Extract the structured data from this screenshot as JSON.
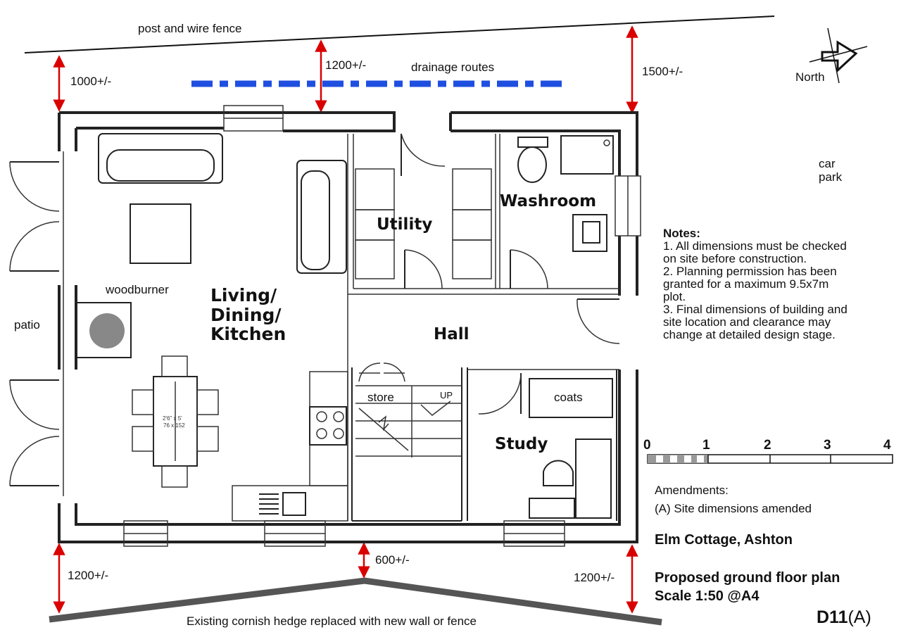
{
  "site": {
    "fence_top": "post and wire fence",
    "drainage": "drainage routes",
    "hedge_bottom": "Existing cornish hedge replaced with new wall or fence",
    "car_park": [
      "car",
      "park"
    ],
    "north": "North",
    "patio": "patio"
  },
  "dimensions": {
    "left_top": "1000+/-",
    "mid_top": "1200+/-",
    "right_top": "1500+/-",
    "left_bottom": "1200+/-",
    "mid_bottom": "600+/-",
    "right_bottom": "1200+/-"
  },
  "rooms": {
    "living": [
      "Living/",
      "Dining/",
      "Kitchen"
    ],
    "utility": "Utility",
    "washroom": "Washroom",
    "hall": "Hall",
    "study": "Study",
    "store": "store",
    "coats": "coats",
    "woodburner": "woodburner",
    "stair_up": "UP",
    "table_size": [
      "2'6\" x 5'",
      "76 x 152"
    ]
  },
  "notes": {
    "heading": "Notes:",
    "lines": [
      "1. All dimensions must be checked",
      "on site before construction.",
      "2. Planning permission has been",
      "granted for a maximum 9.5x7m",
      "plot.",
      "3. Final dimensions of building and",
      "site location and clearance may",
      "change at detailed design stage."
    ]
  },
  "scale_bar": {
    "ticks": [
      "0",
      "1",
      "2",
      "3",
      "4"
    ]
  },
  "amendments": {
    "heading": "Amendments:",
    "items": [
      "(A) Site dimensions amended"
    ]
  },
  "title_block": {
    "project": "Elm Cottage, Ashton",
    "drawing": "Proposed ground floor plan",
    "scale": "Scale 1:50 @A4",
    "ref": "D11",
    "rev": "(A)"
  },
  "colors": {
    "dimension_arrows": "#d90000",
    "drainage": "#1f4fe0",
    "boundary": "#555555",
    "woodburner": "#888888"
  }
}
